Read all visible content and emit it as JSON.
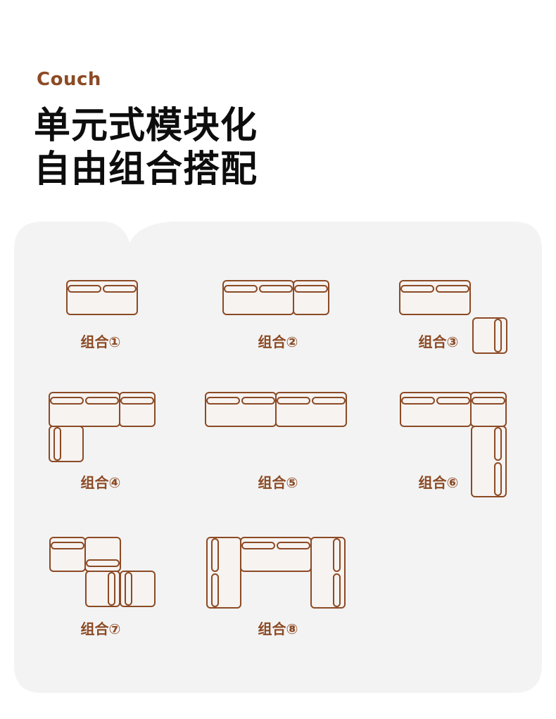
{
  "header": {
    "brand": "Couch",
    "title_line1": "单元式模块化",
    "title_line2": "自由组合搭配"
  },
  "combos": [
    {
      "label": "组合①"
    },
    {
      "label": "组合②"
    },
    {
      "label": "组合③"
    },
    {
      "label": "组合④"
    },
    {
      "label": "组合⑤"
    },
    {
      "label": "组合⑥"
    },
    {
      "label": "组合⑦"
    },
    {
      "label": "组合⑧"
    }
  ],
  "colors": {
    "accent": "#8c4a24",
    "module_fill": "#f6f3f1",
    "panel_bg": "#f3f3f3",
    "title": "#0d0d0d"
  }
}
